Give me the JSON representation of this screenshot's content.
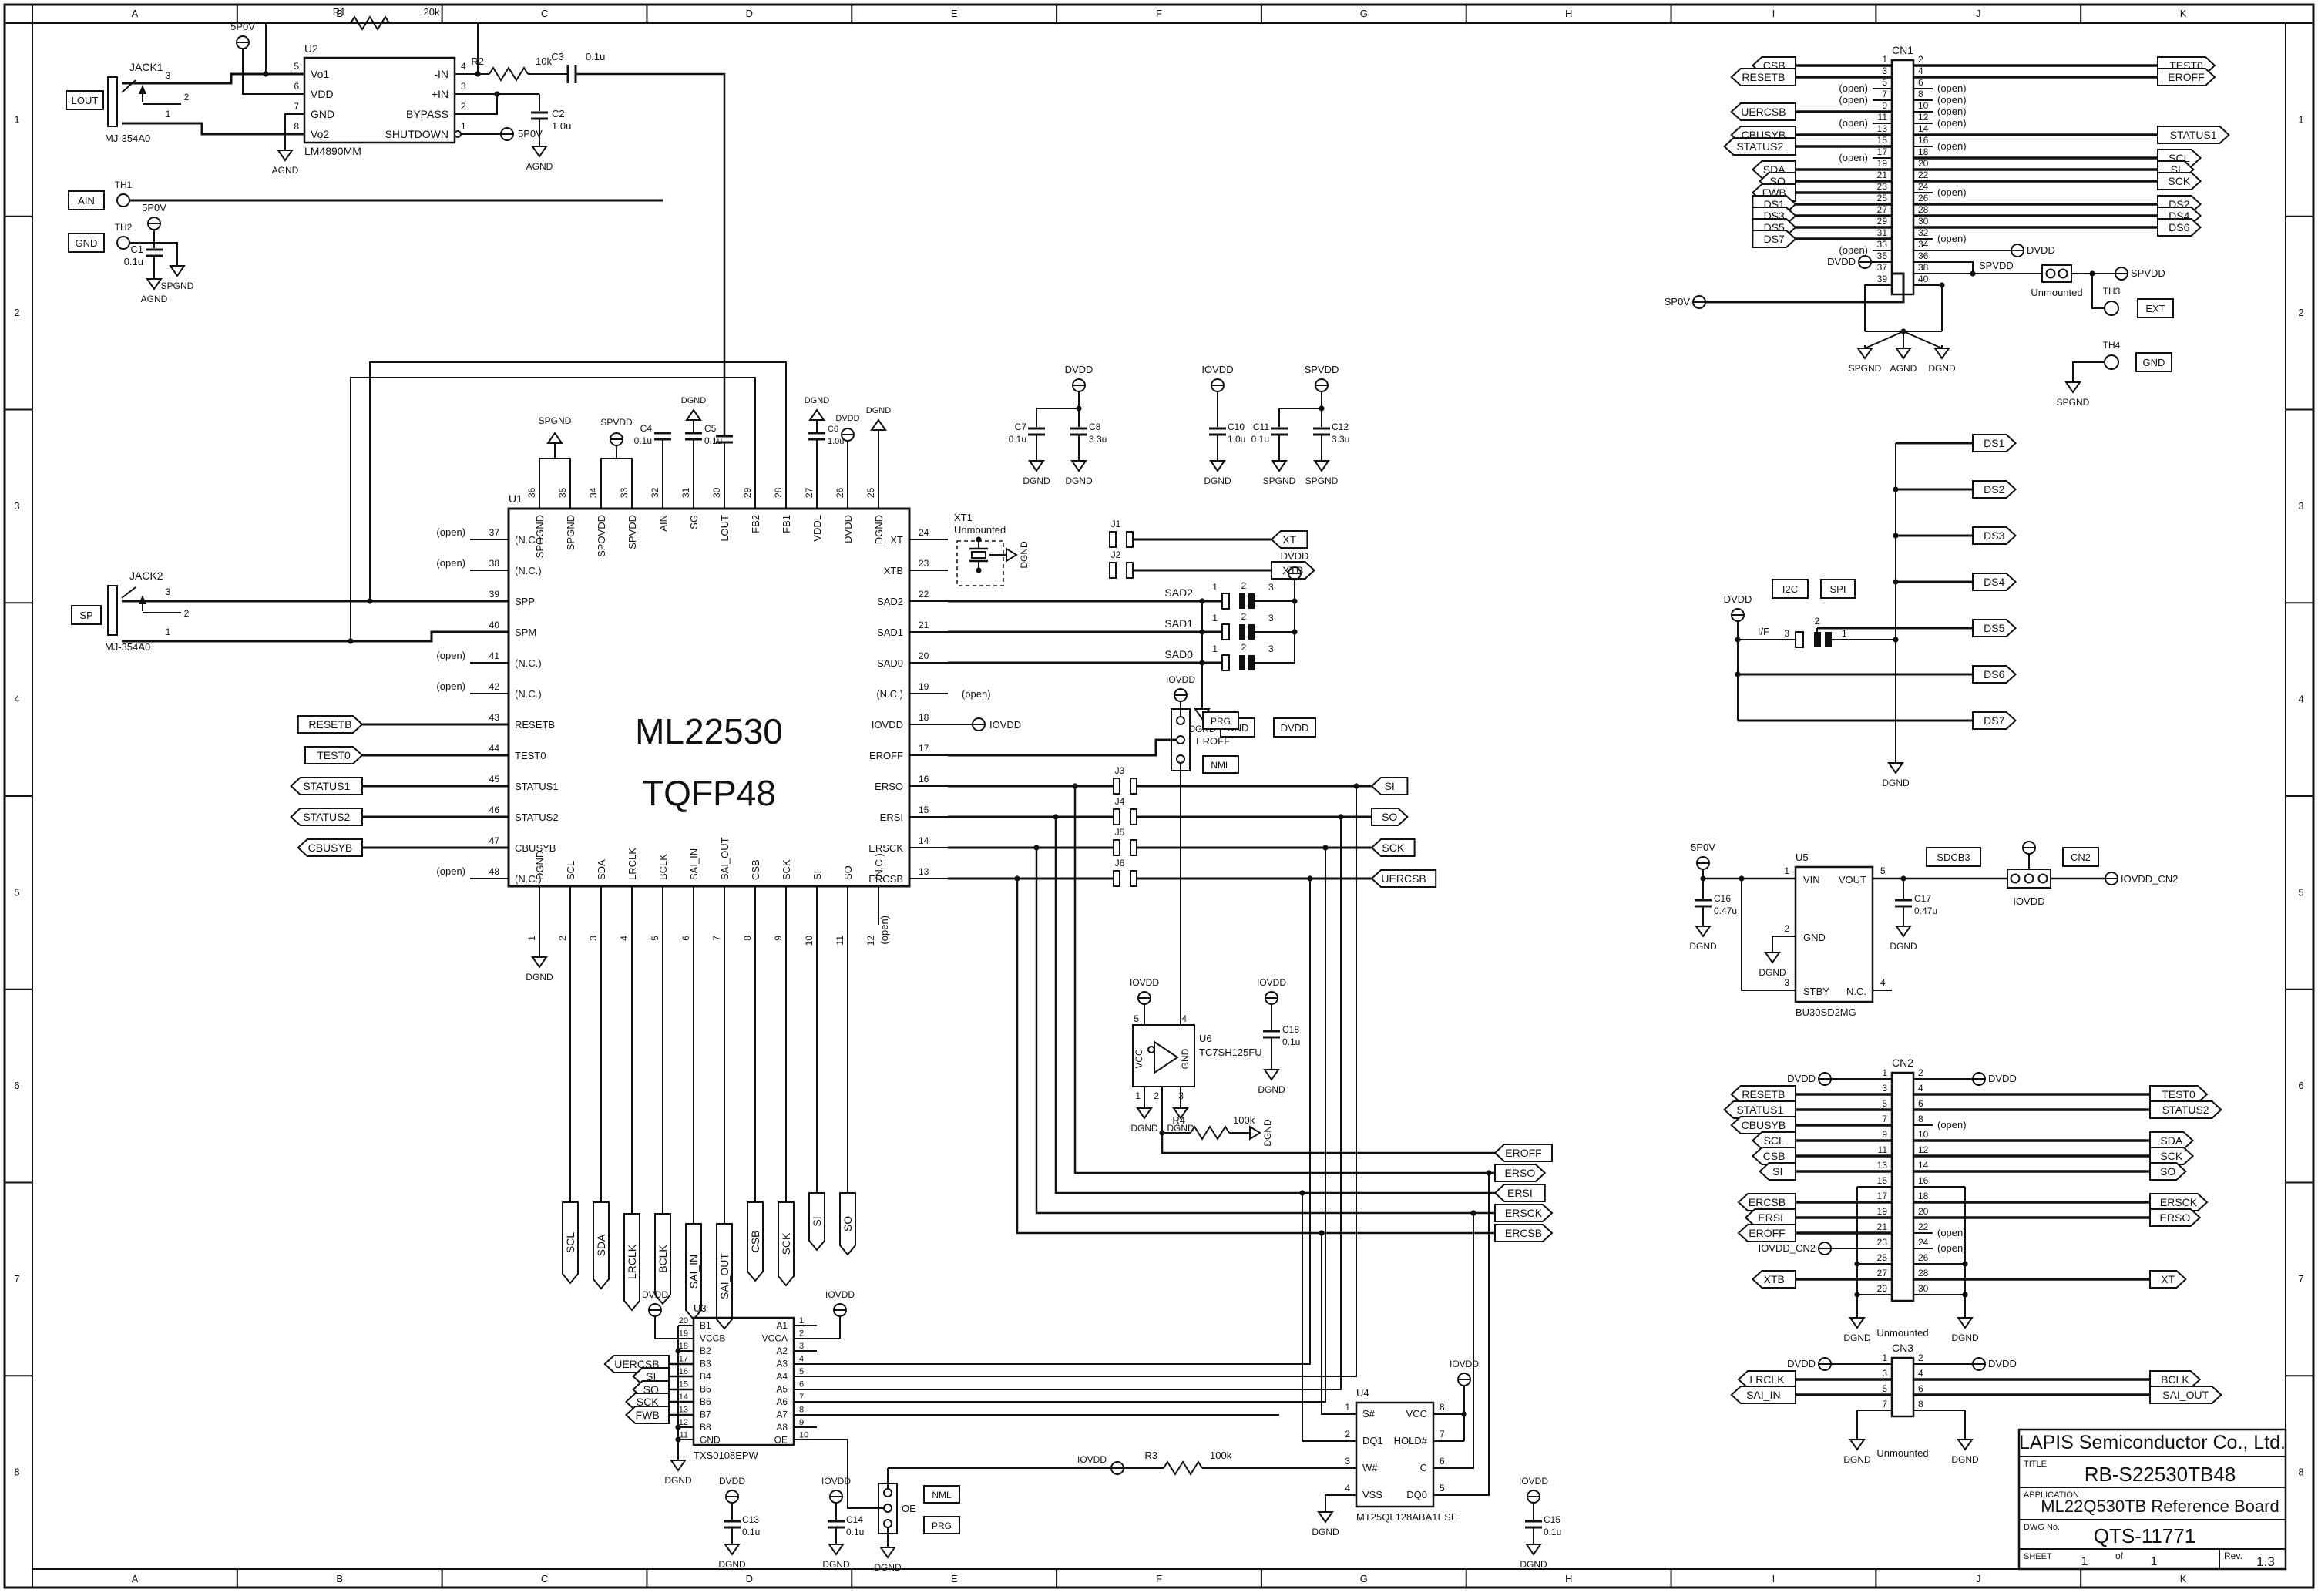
{
  "sheet": {
    "cols": [
      "A",
      "B",
      "C",
      "D",
      "E",
      "F",
      "G",
      "H",
      "I",
      "J",
      "K"
    ],
    "rows": [
      "1",
      "2",
      "3",
      "4",
      "5",
      "6",
      "7",
      "8"
    ],
    "title_block": {
      "company": "LAPIS Semiconductor Co., Ltd.",
      "title_label": "TITLE",
      "title": "RB-S22530TB48",
      "application_label": "APPLICATION",
      "application": "ML22Q530TB Reference Board",
      "dwg_label": "DWG No.",
      "dwg_no": "QTS-11771",
      "sheet_label": "SHEET",
      "sheet_no": "1",
      "of_label": "of",
      "sheet_total": "1",
      "rev_label": "Rev.",
      "rev": "1.3"
    }
  },
  "nets": {
    "open": "(open)",
    "nc": "(N.C.)",
    "unmounted": "Unmounted",
    "p5v": "5P0V",
    "sp0v": "SP0V",
    "dvdd": "DVDD",
    "iovdd": "IOVDD",
    "spvdd": "SPVDD",
    "agnd": "AGND",
    "dgnd": "DGND",
    "spgnd": "SPGND",
    "iovdd_cn2": "IOVDD_CN2"
  },
  "amp": {
    "u2": {
      "ref": "U2",
      "part": "LM4890MM",
      "left": [
        [
          "5",
          "Vo1"
        ],
        [
          "6",
          "VDD"
        ],
        [
          "7",
          "GND"
        ],
        [
          "8",
          "Vo2"
        ]
      ],
      "right": [
        [
          "4",
          "-IN"
        ],
        [
          "3",
          "+IN"
        ],
        [
          "2",
          "BYPASS"
        ],
        [
          "1",
          "SHUTDOWN"
        ]
      ]
    },
    "jack1": {
      "ref": "JACK1",
      "part": "MJ-354A0",
      "port": "LOUT",
      "pins": [
        "3",
        "2",
        "1"
      ]
    },
    "r1": [
      "R1",
      "20k"
    ],
    "r2": [
      "R2",
      "10k"
    ],
    "c1": [
      "C1",
      "0.1u"
    ],
    "c2": [
      "C2",
      "1.0u"
    ],
    "c3": [
      "C3",
      "0.1u"
    ]
  },
  "th": {
    "th1": [
      "TH1",
      "AIN"
    ],
    "th2": [
      "TH2",
      "GND"
    ],
    "th3": [
      "TH3",
      "EXT"
    ],
    "th4": [
      "TH4",
      "GND"
    ]
  },
  "jack2": {
    "ref": "JACK2",
    "part": "MJ-354A0",
    "port": "SP",
    "pins": [
      "3",
      "2",
      "1"
    ]
  },
  "u1": {
    "ref": "U1",
    "part": "ML22530",
    "pkg": "TQFP48",
    "top": [
      [
        "36",
        "SPOGND"
      ],
      [
        "35",
        "SPGND"
      ],
      [
        "34",
        "SPOVDD"
      ],
      [
        "33",
        "SPVDD"
      ],
      [
        "32",
        "AIN"
      ],
      [
        "31",
        "SG"
      ],
      [
        "30",
        "LOUT"
      ],
      [
        "29",
        "FB2"
      ],
      [
        "28",
        "FB1"
      ],
      [
        "27",
        "VDDL"
      ],
      [
        "26",
        "DVDD"
      ],
      [
        "25",
        "DGND"
      ]
    ],
    "bottom": [
      [
        "1",
        "DGND"
      ],
      [
        "2",
        "SCL"
      ],
      [
        "3",
        "SDA"
      ],
      [
        "4",
        "LRCLK"
      ],
      [
        "5",
        "BCLK"
      ],
      [
        "6",
        "SAI_IN"
      ],
      [
        "7",
        "SAI_OUT"
      ],
      [
        "8",
        "CSB"
      ],
      [
        "9",
        "SCK"
      ],
      [
        "10",
        "SI"
      ],
      [
        "11",
        "SO"
      ],
      [
        "12",
        "(N.C.)"
      ]
    ],
    "left": [
      [
        "37",
        "(N.C.)",
        1
      ],
      [
        "38",
        "(N.C.)",
        1
      ],
      [
        "39",
        "SPP",
        0
      ],
      [
        "40",
        "SPM",
        0
      ],
      [
        "41",
        "(N.C.)",
        1
      ],
      [
        "42",
        "(N.C.)",
        1
      ],
      [
        "43",
        "RESETB",
        0
      ],
      [
        "44",
        "TEST0",
        0
      ],
      [
        "45",
        "STATUS1",
        0
      ],
      [
        "46",
        "STATUS2",
        0
      ],
      [
        "47",
        "CBUSYB",
        0
      ],
      [
        "48",
        "(N.C.)",
        1
      ]
    ],
    "right": [
      [
        "24",
        "XT"
      ],
      [
        "23",
        "XTB"
      ],
      [
        "22",
        "SAD2"
      ],
      [
        "21",
        "SAD1"
      ],
      [
        "20",
        "SAD0"
      ],
      [
        "19",
        "(N.C.)"
      ],
      [
        "18",
        "IOVDD"
      ],
      [
        "17",
        "EROFF"
      ],
      [
        "16",
        "ERSO"
      ],
      [
        "15",
        "ERSI"
      ],
      [
        "14",
        "ERSCK"
      ],
      [
        "13",
        "ERCSB"
      ]
    ]
  },
  "u1_flags_left": [
    [
      "RESETB",
      "r"
    ],
    [
      "TEST0",
      "r"
    ],
    [
      "STATUS1",
      "l"
    ],
    [
      "STATUS2",
      "l"
    ],
    [
      "CBUSYB",
      "l"
    ]
  ],
  "bottom_flags": [
    "SCL",
    "SDA",
    "LRCLK",
    "BCLK",
    "SAI_IN",
    "SAI_OUT",
    "CSB",
    "SCK",
    "SI",
    "SO"
  ],
  "caps_top": {
    "c4": [
      "C4",
      "0.1u"
    ],
    "c5": [
      "C5",
      "0.1u"
    ],
    "c6": [
      "C6",
      "1.0u"
    ]
  },
  "decoup": {
    "c7": [
      "C7",
      "0.1u"
    ],
    "c8": [
      "C8",
      "3.3u"
    ],
    "c10": [
      "C10",
      "1.0u"
    ],
    "c11": [
      "C11",
      "0.1u"
    ],
    "c12": [
      "C12",
      "3.3u"
    ]
  },
  "xt": {
    "ref": "XT1",
    "note": "Unmounted",
    "j1": "J1",
    "j2": "J2",
    "xt": "XT",
    "xtb": "XTB"
  },
  "sad": {
    "rows": [
      "SAD2",
      "SAD1",
      "SAD0"
    ],
    "pins": [
      "1",
      "2",
      "3"
    ],
    "gnd_box": "GND",
    "dvdd_box": "DVDD"
  },
  "eroff_hdr": {
    "name": "EROFF",
    "prg": "PRG",
    "nml": "NML"
  },
  "jsel": {
    "j": [
      "J3",
      "J4",
      "J5",
      "J6"
    ],
    "flags": [
      [
        "SI",
        "l"
      ],
      [
        "SO",
        "r"
      ],
      [
        "SCK",
        "l"
      ],
      [
        "UERCSB",
        "l"
      ]
    ]
  },
  "er_flags": [
    [
      "EROFF",
      "l"
    ],
    [
      "ERSO",
      "r"
    ],
    [
      "ERSI",
      "l"
    ],
    [
      "ERSCK",
      "r"
    ],
    [
      "ERCSB",
      "r"
    ]
  ],
  "u6": {
    "ref": "U6",
    "part": "TC7SH125FU",
    "vcc": "VCC",
    "gnd": "GND",
    "nums": [
      "5",
      "4",
      "1",
      "2",
      "3"
    ]
  },
  "r4": [
    "R4",
    "100k"
  ],
  "c18": [
    "C18",
    "0.1u"
  ],
  "r3": [
    "R3",
    "100k"
  ],
  "u3": {
    "ref": "U3",
    "part": "TXS0108EPW",
    "left": [
      [
        "20",
        "B1"
      ],
      [
        "19",
        "VCCB"
      ],
      [
        "18",
        "B2"
      ],
      [
        "17",
        "B3"
      ],
      [
        "16",
        "B4"
      ],
      [
        "15",
        "B5"
      ],
      [
        "14",
        "B6"
      ],
      [
        "13",
        "B7"
      ],
      [
        "12",
        "B8"
      ],
      [
        "11",
        "GND"
      ]
    ],
    "right": [
      [
        "1",
        "A1"
      ],
      [
        "2",
        "VCCA"
      ],
      [
        "3",
        "A2"
      ],
      [
        "4",
        "A3"
      ],
      [
        "5",
        "A4"
      ],
      [
        "6",
        "A5"
      ],
      [
        "7",
        "A6"
      ],
      [
        "8",
        "A7"
      ],
      [
        "9",
        "A8"
      ],
      [
        "10",
        "OE"
      ]
    ],
    "flags": [
      "UERCSB",
      "SI",
      "SO",
      "SCK",
      "FWB"
    ]
  },
  "oe_hdr": {
    "name": "OE",
    "nml": "NML",
    "prg": "PRG"
  },
  "u4": {
    "ref": "U4",
    "part": "MT25QL128ABA1ESE",
    "left": [
      [
        "1",
        "S#"
      ],
      [
        "2",
        "DQ1"
      ],
      [
        "3",
        "W#"
      ],
      [
        "4",
        "VSS"
      ]
    ],
    "right": [
      [
        "8",
        "VCC"
      ],
      [
        "7",
        "HOLD#"
      ],
      [
        "6",
        "C"
      ],
      [
        "5",
        "DQ0"
      ]
    ]
  },
  "c13": [
    "C13",
    "0.1u"
  ],
  "c14": [
    "C14",
    "0.1u"
  ],
  "c15": [
    "C15",
    "0.1u"
  ],
  "ds": [
    "DS1",
    "DS2",
    "DS3",
    "DS4",
    "DS5",
    "DS6",
    "DS7"
  ],
  "if_hdr": {
    "name": "I/F",
    "i2c": "I2C",
    "spi": "SPI",
    "pins": [
      "3",
      "2",
      "1"
    ]
  },
  "u5": {
    "ref": "U5",
    "part": "BU30SD2MG",
    "sdcb3": "SDCB3",
    "cn2_box": "CN2",
    "c16": [
      "C16",
      "0.47u"
    ],
    "c17": [
      "C17",
      "0.47u"
    ],
    "pins": {
      "vin": [
        "1",
        "VIN"
      ],
      "gnd": [
        "2",
        "GND"
      ],
      "stby": [
        "3",
        "STBY"
      ],
      "vout": [
        "5",
        "VOUT"
      ],
      "nc": [
        "4",
        "N.C."
      ]
    }
  },
  "cn1": {
    "ref": "CN1",
    "spvdd_lbl": "SPVDD",
    "rows_l": [
      [
        "1",
        "f",
        "CSB",
        "l"
      ],
      [
        "3",
        "f",
        "RESETB",
        "l"
      ],
      [
        "5",
        "o"
      ],
      [
        "7",
        "o"
      ],
      [
        "9",
        "f",
        "UERCSB",
        "l"
      ],
      [
        "11",
        "o"
      ],
      [
        "13",
        "f",
        "CBUSYB",
        "l"
      ],
      [
        "15",
        "f",
        "STATUS2",
        "l"
      ],
      [
        "17",
        "o"
      ],
      [
        "19",
        "f",
        "SDA",
        "l"
      ],
      [
        "21",
        "f",
        "SO",
        "l"
      ],
      [
        "23",
        "f",
        "FWB",
        "l"
      ],
      [
        "25",
        "f",
        "DS1",
        "r"
      ],
      [
        "27",
        "f",
        "DS3",
        "r"
      ],
      [
        "29",
        "f",
        "DS5",
        "r"
      ],
      [
        "31",
        "f",
        "DS7",
        "r"
      ],
      [
        "33",
        "o"
      ],
      [
        "35",
        "p",
        "DVDD"
      ],
      [
        "37",
        "x"
      ],
      [
        "39",
        "x"
      ]
    ],
    "rows_r": [
      [
        "2",
        "f",
        "TEST0",
        "r"
      ],
      [
        "4",
        "f",
        "EROFF",
        "r"
      ],
      [
        "6",
        "o"
      ],
      [
        "8",
        "o"
      ],
      [
        "10",
        "o"
      ],
      [
        "12",
        "o"
      ],
      [
        "14",
        "f",
        "STATUS1",
        "r"
      ],
      [
        "16",
        "o"
      ],
      [
        "18",
        "f",
        "SCL",
        "r"
      ],
      [
        "20",
        "f",
        "SI",
        "r"
      ],
      [
        "22",
        "f",
        "SCK",
        "r"
      ],
      [
        "24",
        "o"
      ],
      [
        "26",
        "f",
        "DS2",
        "r"
      ],
      [
        "28",
        "f",
        "DS4",
        "r"
      ],
      [
        "30",
        "f",
        "DS6",
        "r"
      ],
      [
        "32",
        "o"
      ],
      [
        "34",
        "p",
        "DVDD"
      ],
      [
        "36",
        "x"
      ],
      [
        "38",
        "x"
      ],
      [
        "40",
        "x"
      ]
    ]
  },
  "cn2": {
    "ref": "CN2",
    "rows_l": [
      [
        "1",
        "p",
        "DVDD"
      ],
      [
        "3",
        "f",
        "RESETB",
        "l"
      ],
      [
        "5",
        "f",
        "STATUS1",
        "l"
      ],
      [
        "7",
        "f",
        "CBUSYB",
        "l"
      ],
      [
        "9",
        "f",
        "SCL",
        "l"
      ],
      [
        "11",
        "f",
        "CSB",
        "l"
      ],
      [
        "13",
        "f",
        "SI",
        "l"
      ],
      [
        "15",
        "b"
      ],
      [
        "17",
        "f",
        "ERCSB",
        "l"
      ],
      [
        "19",
        "f",
        "ERSI",
        "l"
      ],
      [
        "21",
        "f",
        "EROFF",
        "l"
      ],
      [
        "23",
        "p",
        "IOVDD_CN2"
      ],
      [
        "25",
        "b"
      ],
      [
        "27",
        "f",
        "XTB",
        "l"
      ],
      [
        "29",
        "b"
      ]
    ],
    "rows_r": [
      [
        "2",
        "p",
        "DVDD"
      ],
      [
        "4",
        "f",
        "TEST0",
        "r"
      ],
      [
        "6",
        "f",
        "STATUS2",
        "r"
      ],
      [
        "8",
        "o"
      ],
      [
        "10",
        "f",
        "SDA",
        "r"
      ],
      [
        "12",
        "f",
        "SCK",
        "r"
      ],
      [
        "14",
        "f",
        "SO",
        "r"
      ],
      [
        "16",
        "b"
      ],
      [
        "18",
        "f",
        "ERSCK",
        "r"
      ],
      [
        "20",
        "f",
        "ERSO",
        "r"
      ],
      [
        "22",
        "o"
      ],
      [
        "24",
        "o"
      ],
      [
        "26",
        "b"
      ],
      [
        "28",
        "f",
        "XT",
        "r"
      ],
      [
        "30",
        "b"
      ]
    ]
  },
  "cn3": {
    "ref": "CN3",
    "rows_l": [
      [
        "1",
        "p",
        "DVDD"
      ],
      [
        "3",
        "f",
        "LRCLK",
        "l"
      ],
      [
        "5",
        "f",
        "SAI_IN",
        "l"
      ],
      [
        "7",
        "b"
      ]
    ],
    "rows_r": [
      [
        "2",
        "p",
        "DVDD"
      ],
      [
        "4",
        "f",
        "BCLK",
        "r"
      ],
      [
        "6",
        "f",
        "SAI_OUT",
        "r"
      ],
      [
        "8",
        "b"
      ]
    ]
  }
}
